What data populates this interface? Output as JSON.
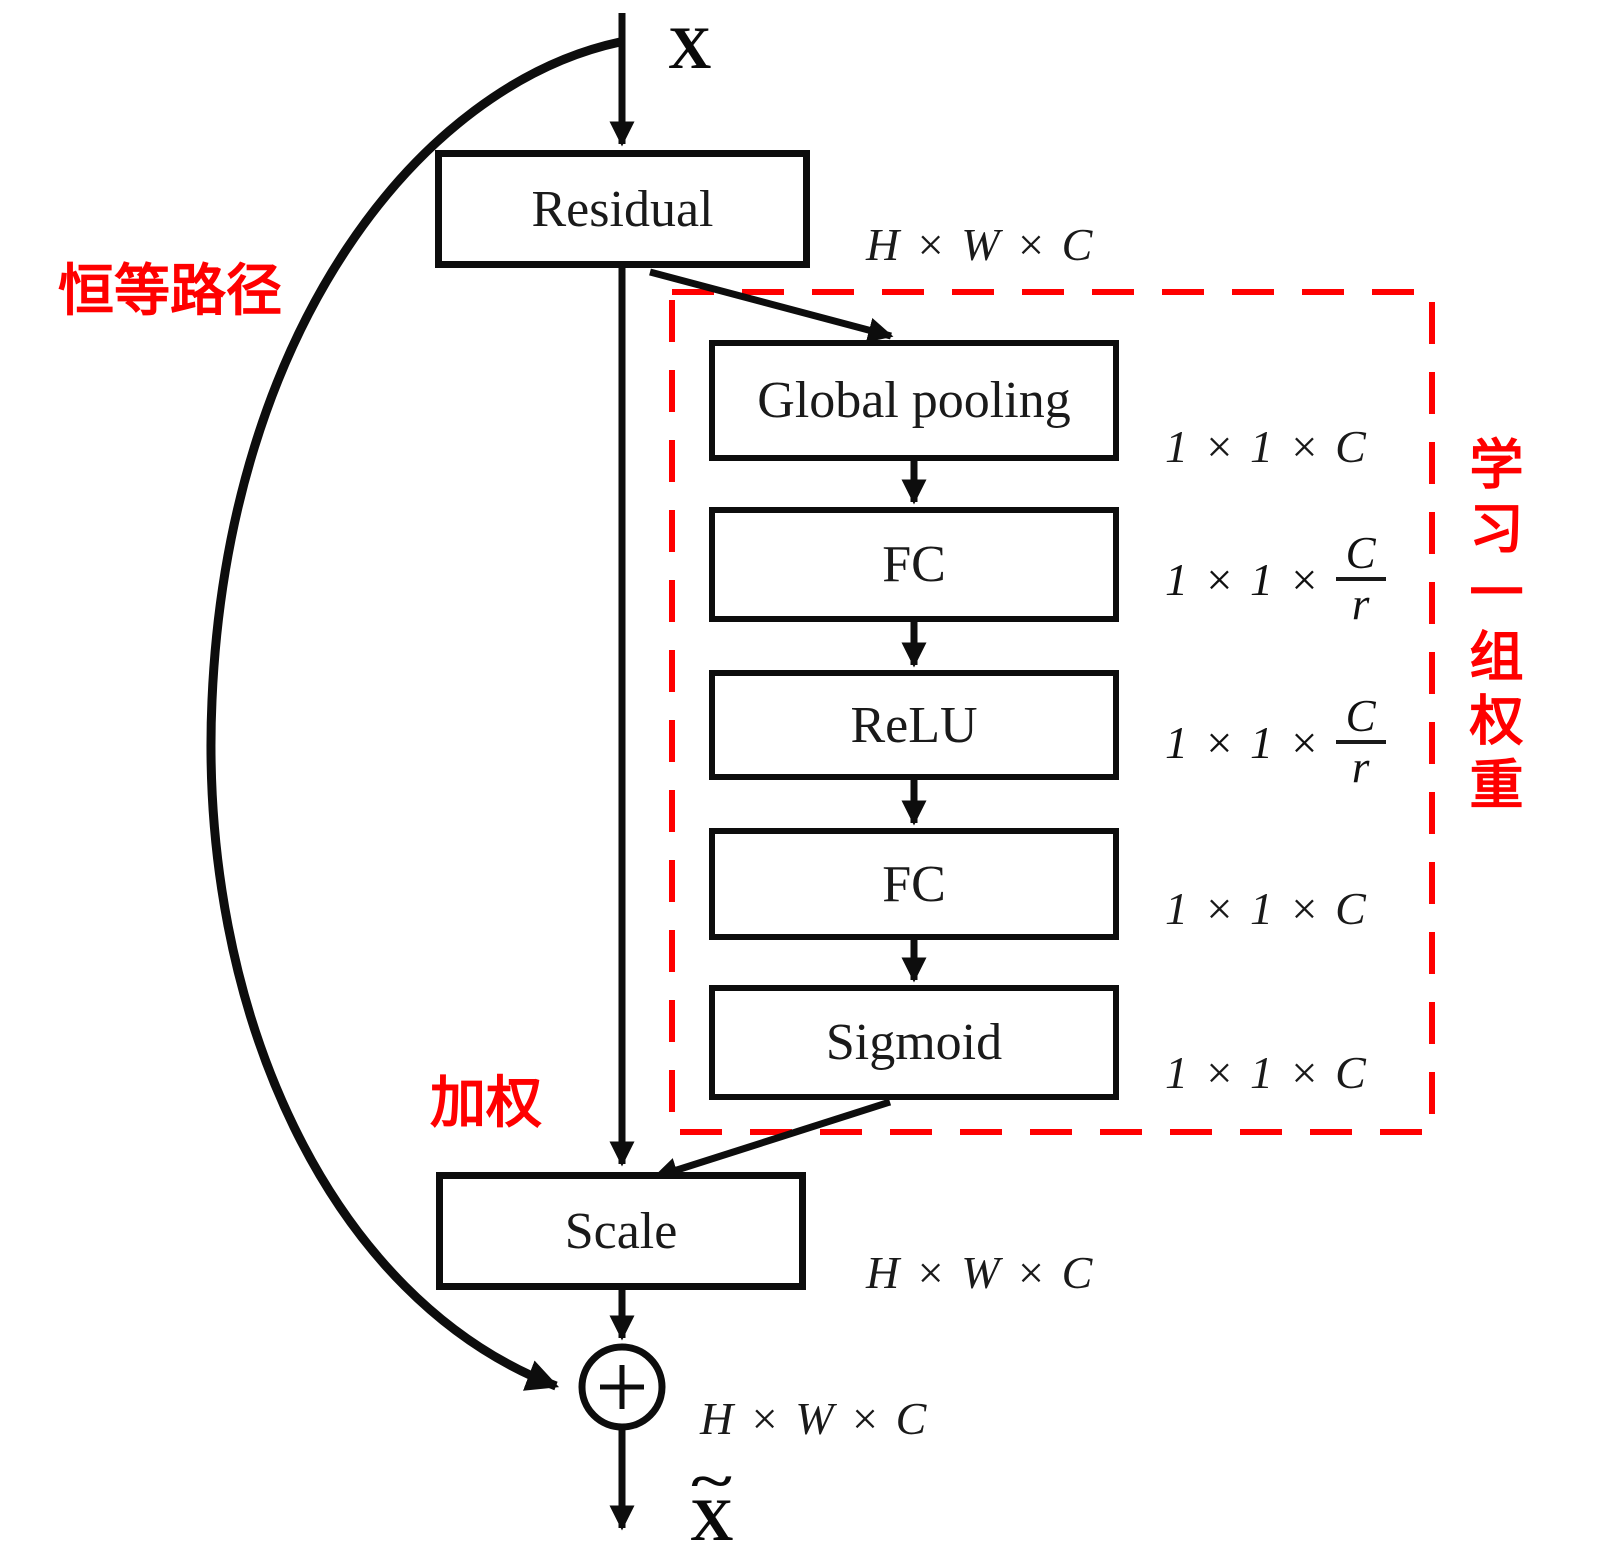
{
  "colors": {
    "ink": "#0d0d0d",
    "accent_red": "#ff0000",
    "background": "#ffffff"
  },
  "input_label": "X",
  "output_label": {
    "base": "X",
    "tilde": "~"
  },
  "annotations": {
    "identity_path": "恒等路径",
    "weighting": "加权",
    "learn_weights": "学习一组权重"
  },
  "boxes": {
    "residual": "Residual",
    "global_pooling": "Global pooling",
    "fc1": "FC",
    "relu": "ReLU",
    "fc2": "FC",
    "sigmoid": "Sigmoid",
    "scale": "Scale"
  },
  "dims": {
    "residual_out": "H × W × C",
    "gp_out": "1 × 1 × C",
    "fc1_out": {
      "prefix": "1 × 1 ×",
      "num": "C",
      "den": "r"
    },
    "relu_out": {
      "prefix": "1 × 1 ×",
      "num": "C",
      "den": "r"
    },
    "fc2_out": "1 × 1 × C",
    "sigmoid_out": "1 × 1 × C",
    "scale_out": "H × W × C",
    "sum_out": "H × W × C"
  }
}
